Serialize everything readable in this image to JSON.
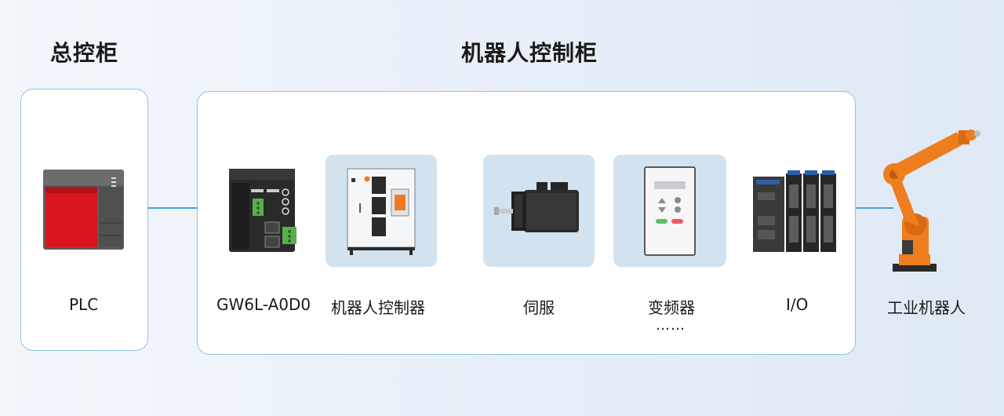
{
  "headings": {
    "main_cabinet": "总控柜",
    "robot_cabinet": "机器人控制柜"
  },
  "labels": {
    "plc": "PLC",
    "gateway": "GW6L-A0D0",
    "robot_controller": "机器人控制器",
    "servo": "伺服",
    "inverter": "变频器",
    "io": "I/O",
    "robot": "工业机器人"
  },
  "more": "……",
  "colors": {
    "frame_border": "#8ec3e6",
    "connector_line": "#4aa0d5",
    "tile_bg": "#d2e2ef",
    "plc_red": "#d9161d",
    "robot_orange": "#ee7d1e"
  }
}
